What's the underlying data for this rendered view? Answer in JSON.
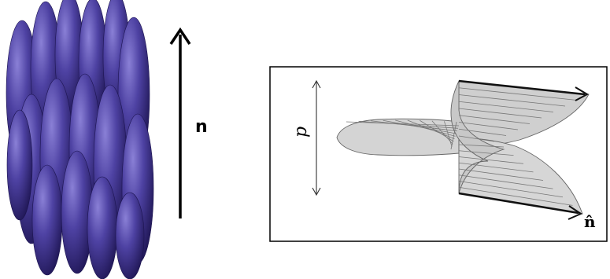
{
  "left_figure": {
    "ellipsoid_color": "#4a3e9a",
    "ellipsoid_highlight": "#7f74cc",
    "ellipsoid_shadow": "#241b5e",
    "director_label": "n"
  },
  "right_figure": {
    "pitch_label": "p",
    "director_label": "n̂",
    "fill_color": "#d2d2d2",
    "line_color": "#555555"
  }
}
